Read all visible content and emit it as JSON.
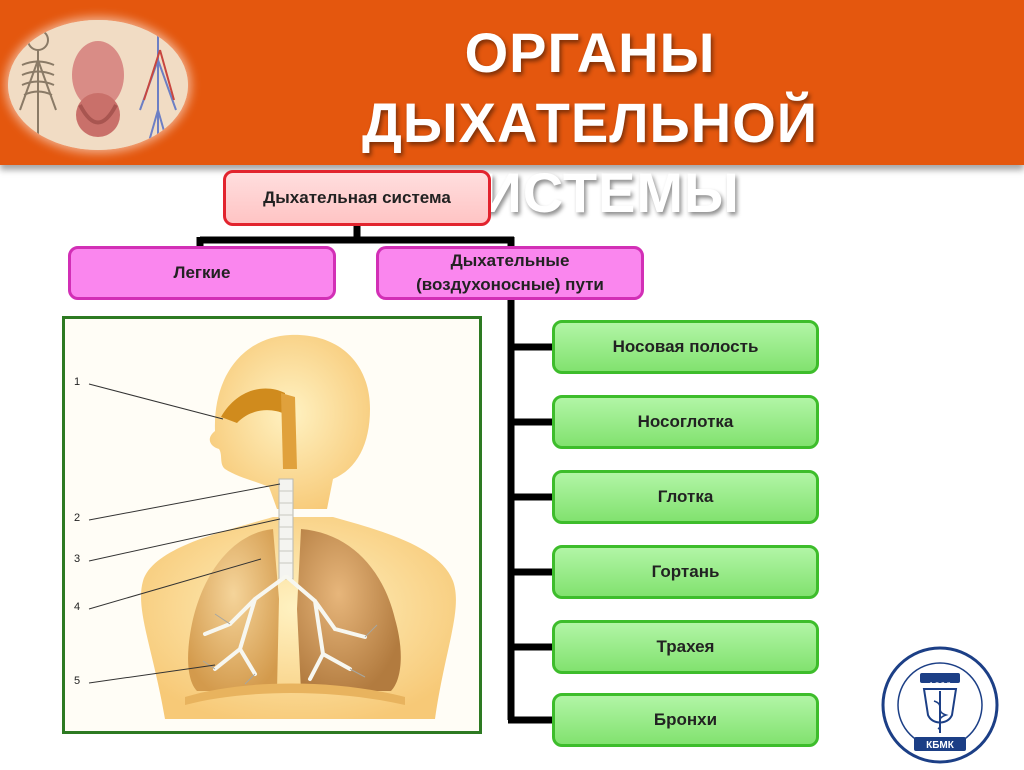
{
  "header": {
    "title_line1": "ОРГАНЫ ДЫХАТЕЛЬНОЙ",
    "title_line2": "СИСТЕМЫ"
  },
  "root": {
    "label": "Дыхательная система"
  },
  "level2": [
    {
      "label": "Легкие"
    },
    {
      "label": "Дыхательные (воздухоносные) пути"
    }
  ],
  "airways": [
    {
      "label": "Носовая полость"
    },
    {
      "label": "Носоглотка"
    },
    {
      "label": "Глотка"
    },
    {
      "label": "Гортань"
    },
    {
      "label": "Трахея"
    },
    {
      "label": "Бронхи"
    }
  ],
  "figure": {
    "callouts": [
      "1",
      "2",
      "3",
      "4",
      "5"
    ]
  },
  "logo": {
    "text": "КБМК",
    "year": "1 8 9 8"
  },
  "colors": {
    "header": "#e4570e",
    "root_border": "#e2242e",
    "level2_fill": "#fa86ee",
    "airway_fill": "#82e26f",
    "frame": "#2d7a22"
  }
}
